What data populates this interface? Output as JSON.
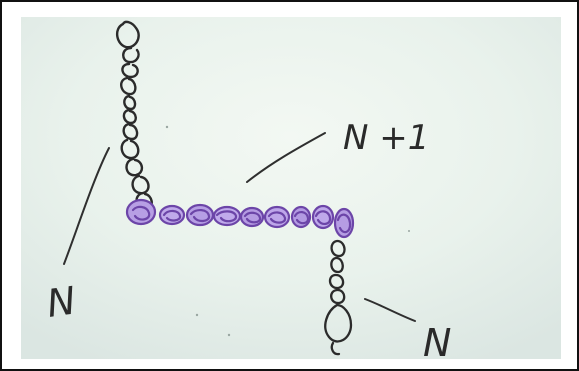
{
  "image": {
    "labels": {
      "top_right": "N +1",
      "bottom_left": "N",
      "bottom_right": "N"
    },
    "colors": {
      "board": "#eaf3ec",
      "ink_dark": "#2a2a2a",
      "ink_purple": "#7b52b7",
      "fill_purple": "#b9a4e6"
    }
  }
}
